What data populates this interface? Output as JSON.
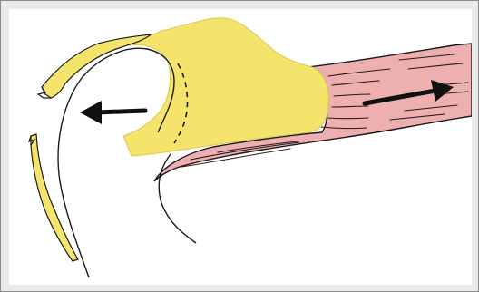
{
  "figure": {
    "colors": {
      "frame_background": "#e9e9e9",
      "frame_border": "#8c8c8c",
      "panel_background": "#ffffff",
      "tendon_yellow": "#f4e46b",
      "muscle_pink": "#edafaf",
      "outline": "#1a1a1a",
      "arrow": "#111111"
    },
    "arrows": [
      {
        "name": "left-arrow",
        "direction": "left"
      },
      {
        "name": "right-arrow",
        "direction": "right"
      }
    ],
    "parts": [
      "yellow-tendon-flap",
      "pink-muscle-belly",
      "bone-outline",
      "dashed-line"
    ]
  }
}
